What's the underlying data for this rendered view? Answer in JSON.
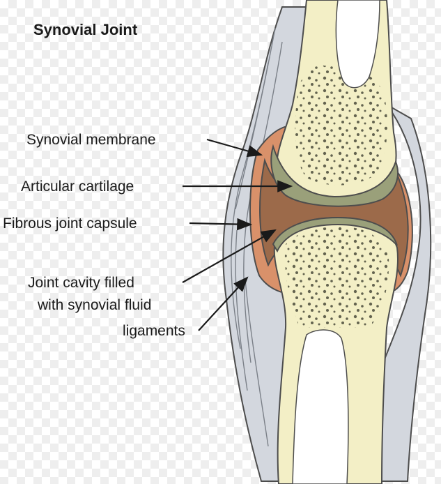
{
  "title": "Synovial Joint",
  "labels": {
    "synovial_membrane": "Synovial membrane",
    "articular_cartilage": "Articular cartilage",
    "fibrous_joint_capsule": "Fibrous joint capsule",
    "joint_cavity_line1": "Joint cavity filled",
    "joint_cavity_line2": "with synovial fluid",
    "ligaments": "ligaments"
  },
  "colors": {
    "bone": "#f3efc6",
    "bone_dots": "#4a4a3a",
    "cartilage": "#9aa07a",
    "synovial_fluid": "#9c6a4a",
    "membrane": "#d9916a",
    "capsule": "#cfd4db",
    "ligament_lines": "#7b8088",
    "outline": "#4d4d4d"
  }
}
